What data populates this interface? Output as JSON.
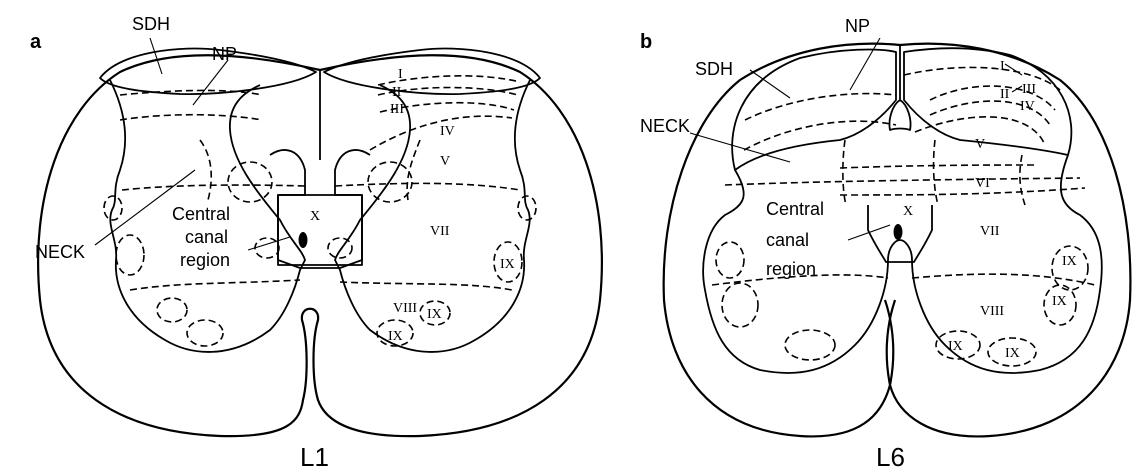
{
  "panels": [
    {
      "letter": "a",
      "level": "L1",
      "labels": {
        "sdh": "SDH",
        "np": "NP",
        "neck": "NECK",
        "central_1": "Central",
        "central_2": "canal",
        "central_3": "region"
      },
      "laminae": [
        "I",
        "II",
        "III",
        "IV",
        "V",
        "VII",
        "VIII",
        "IX",
        "IX",
        "IX",
        "X"
      ]
    },
    {
      "letter": "b",
      "level": "L6",
      "labels": {
        "sdh": "SDH",
        "np": "NP",
        "neck": "NECK",
        "central_1": "Central",
        "central_2": "canal",
        "central_3": "region"
      },
      "laminae": [
        "I",
        "II",
        "III",
        "IV",
        "V",
        "VI",
        "VII",
        "VIII",
        "IX",
        "IX",
        "IX",
        "IX",
        "X"
      ]
    }
  ]
}
